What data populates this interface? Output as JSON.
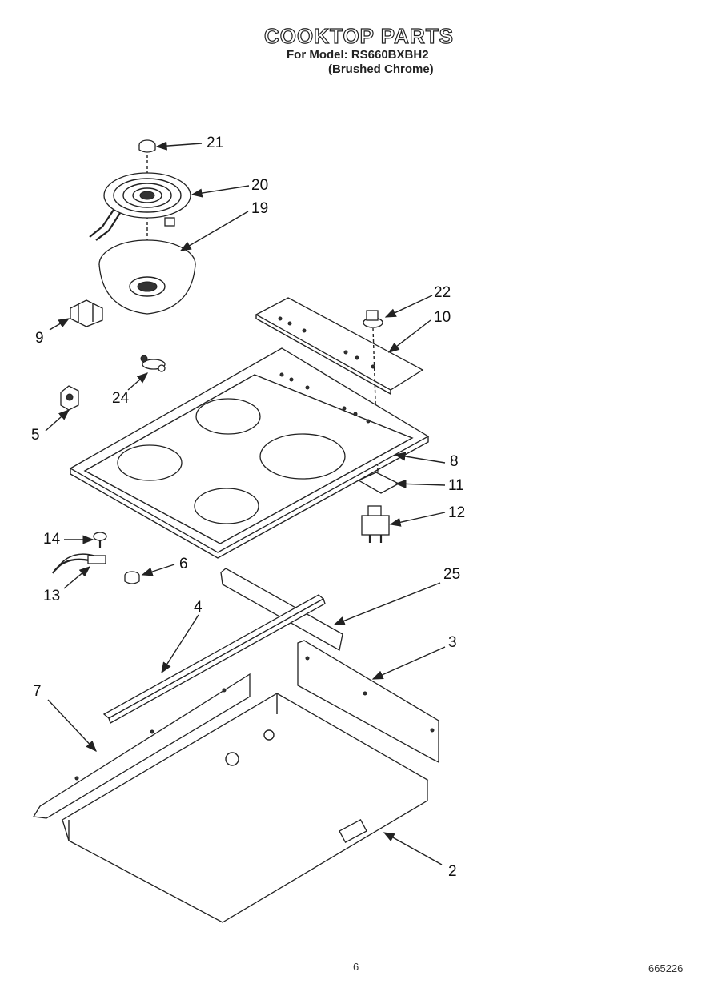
{
  "header": {
    "title": "COOKTOP PARTS",
    "model_line": "For Model: RS660BXBH2",
    "finish_line": "(Brushed Chrome)"
  },
  "callouts": [
    {
      "id": "c21",
      "label": "21"
    },
    {
      "id": "c20",
      "label": "20"
    },
    {
      "id": "c19",
      "label": "19"
    },
    {
      "id": "c22",
      "label": "22"
    },
    {
      "id": "c10",
      "label": "10"
    },
    {
      "id": "c9",
      "label": "9"
    },
    {
      "id": "c24",
      "label": "24"
    },
    {
      "id": "c5",
      "label": "5"
    },
    {
      "id": "c8",
      "label": "8"
    },
    {
      "id": "c11",
      "label": "11"
    },
    {
      "id": "c12",
      "label": "12"
    },
    {
      "id": "c14",
      "label": "14"
    },
    {
      "id": "c6",
      "label": "6"
    },
    {
      "id": "c13",
      "label": "13"
    },
    {
      "id": "c25",
      "label": "25"
    },
    {
      "id": "c4",
      "label": "4"
    },
    {
      "id": "c3",
      "label": "3"
    },
    {
      "id": "c7",
      "label": "7"
    },
    {
      "id": "c2",
      "label": "2"
    }
  ],
  "footer": {
    "page_number": "6",
    "doc_number": "665226"
  }
}
